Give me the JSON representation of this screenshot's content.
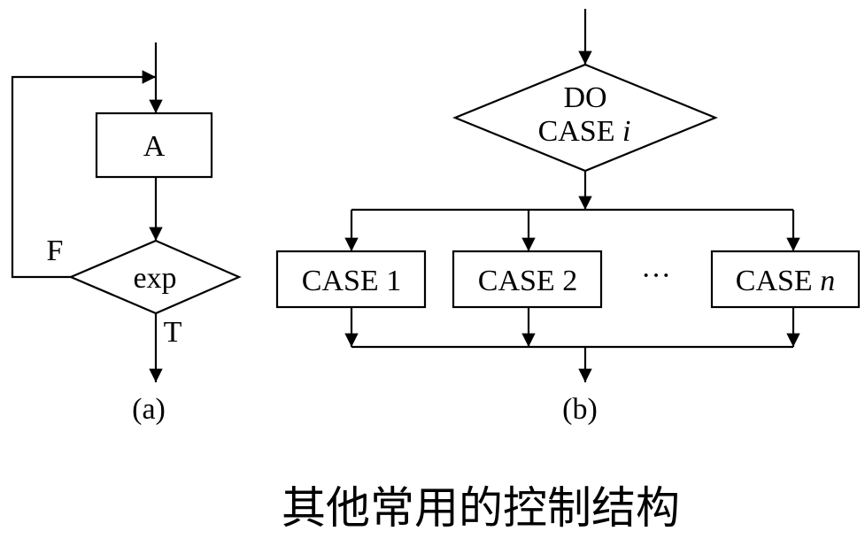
{
  "diagram_a": {
    "process_label": "A",
    "decision_label": "exp",
    "false_label": "F",
    "true_label": "T",
    "sublabel": "(a)"
  },
  "diagram_b": {
    "decision_line1": "DO",
    "decision_line2": "CASE",
    "decision_var": "i",
    "cases": [
      "CASE 1",
      "CASE 2"
    ],
    "ellipsis": "···",
    "last_case_prefix": "CASE",
    "last_case_var": "n",
    "sublabel": "(b)"
  },
  "caption": "其他常用的控制结构"
}
